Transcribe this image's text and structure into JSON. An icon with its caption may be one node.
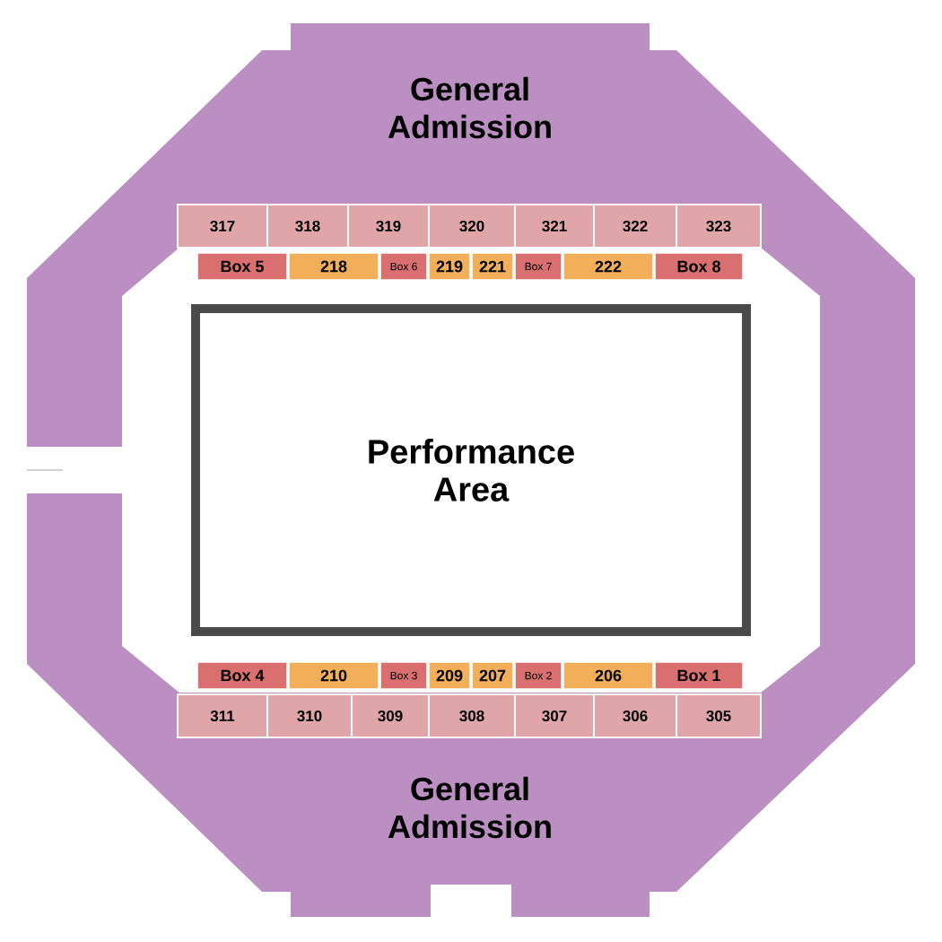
{
  "diagram": {
    "nodes": [
      {
        "text": [
          "General Admission"
        ]
      },
      {
        "text": [
          "317"
        ]
      },
      {
        "text": [
          "318"
        ]
      },
      {
        "text": [
          "319"
        ]
      },
      {
        "text": [
          "320"
        ]
      },
      {
        "text": [
          "321"
        ]
      },
      {
        "text": [
          "322"
        ]
      },
      {
        "text": [
          "323"
        ]
      },
      {
        "text": [
          "Box 5"
        ]
      },
      {
        "text": [
          "218"
        ]
      },
      {
        "text": [
          "Box 6"
        ]
      },
      {
        "text": [
          "219"
        ]
      },
      {
        "text": [
          "221"
        ]
      },
      {
        "text": [
          "Box 7"
        ]
      },
      {
        "text": [
          "222"
        ]
      },
      {
        "text": [
          "Box 8"
        ]
      },
      {
        "text": [
          "Performance Area"
        ]
      },
      {
        "text": [
          "Box 4"
        ]
      },
      {
        "text": [
          "210"
        ]
      },
      {
        "text": [
          "Box 3"
        ]
      },
      {
        "text": [
          "209"
        ]
      },
      {
        "text": [
          "207"
        ]
      },
      {
        "text": [
          "Box 2"
        ]
      },
      {
        "text": [
          "206"
        ]
      },
      {
        "text": [
          "Box 1"
        ]
      },
      {
        "text": [
          "311"
        ]
      },
      {
        "text": [
          "310"
        ]
      },
      {
        "text": [
          "309"
        ]
      },
      {
        "text": [
          "308"
        ]
      },
      {
        "text": [
          "307"
        ]
      },
      {
        "text": [
          "306"
        ]
      },
      {
        "text": [
          "305"
        ]
      },
      {
        "text": [
          "General Admission"
        ]
      }
    ]
  }
}
